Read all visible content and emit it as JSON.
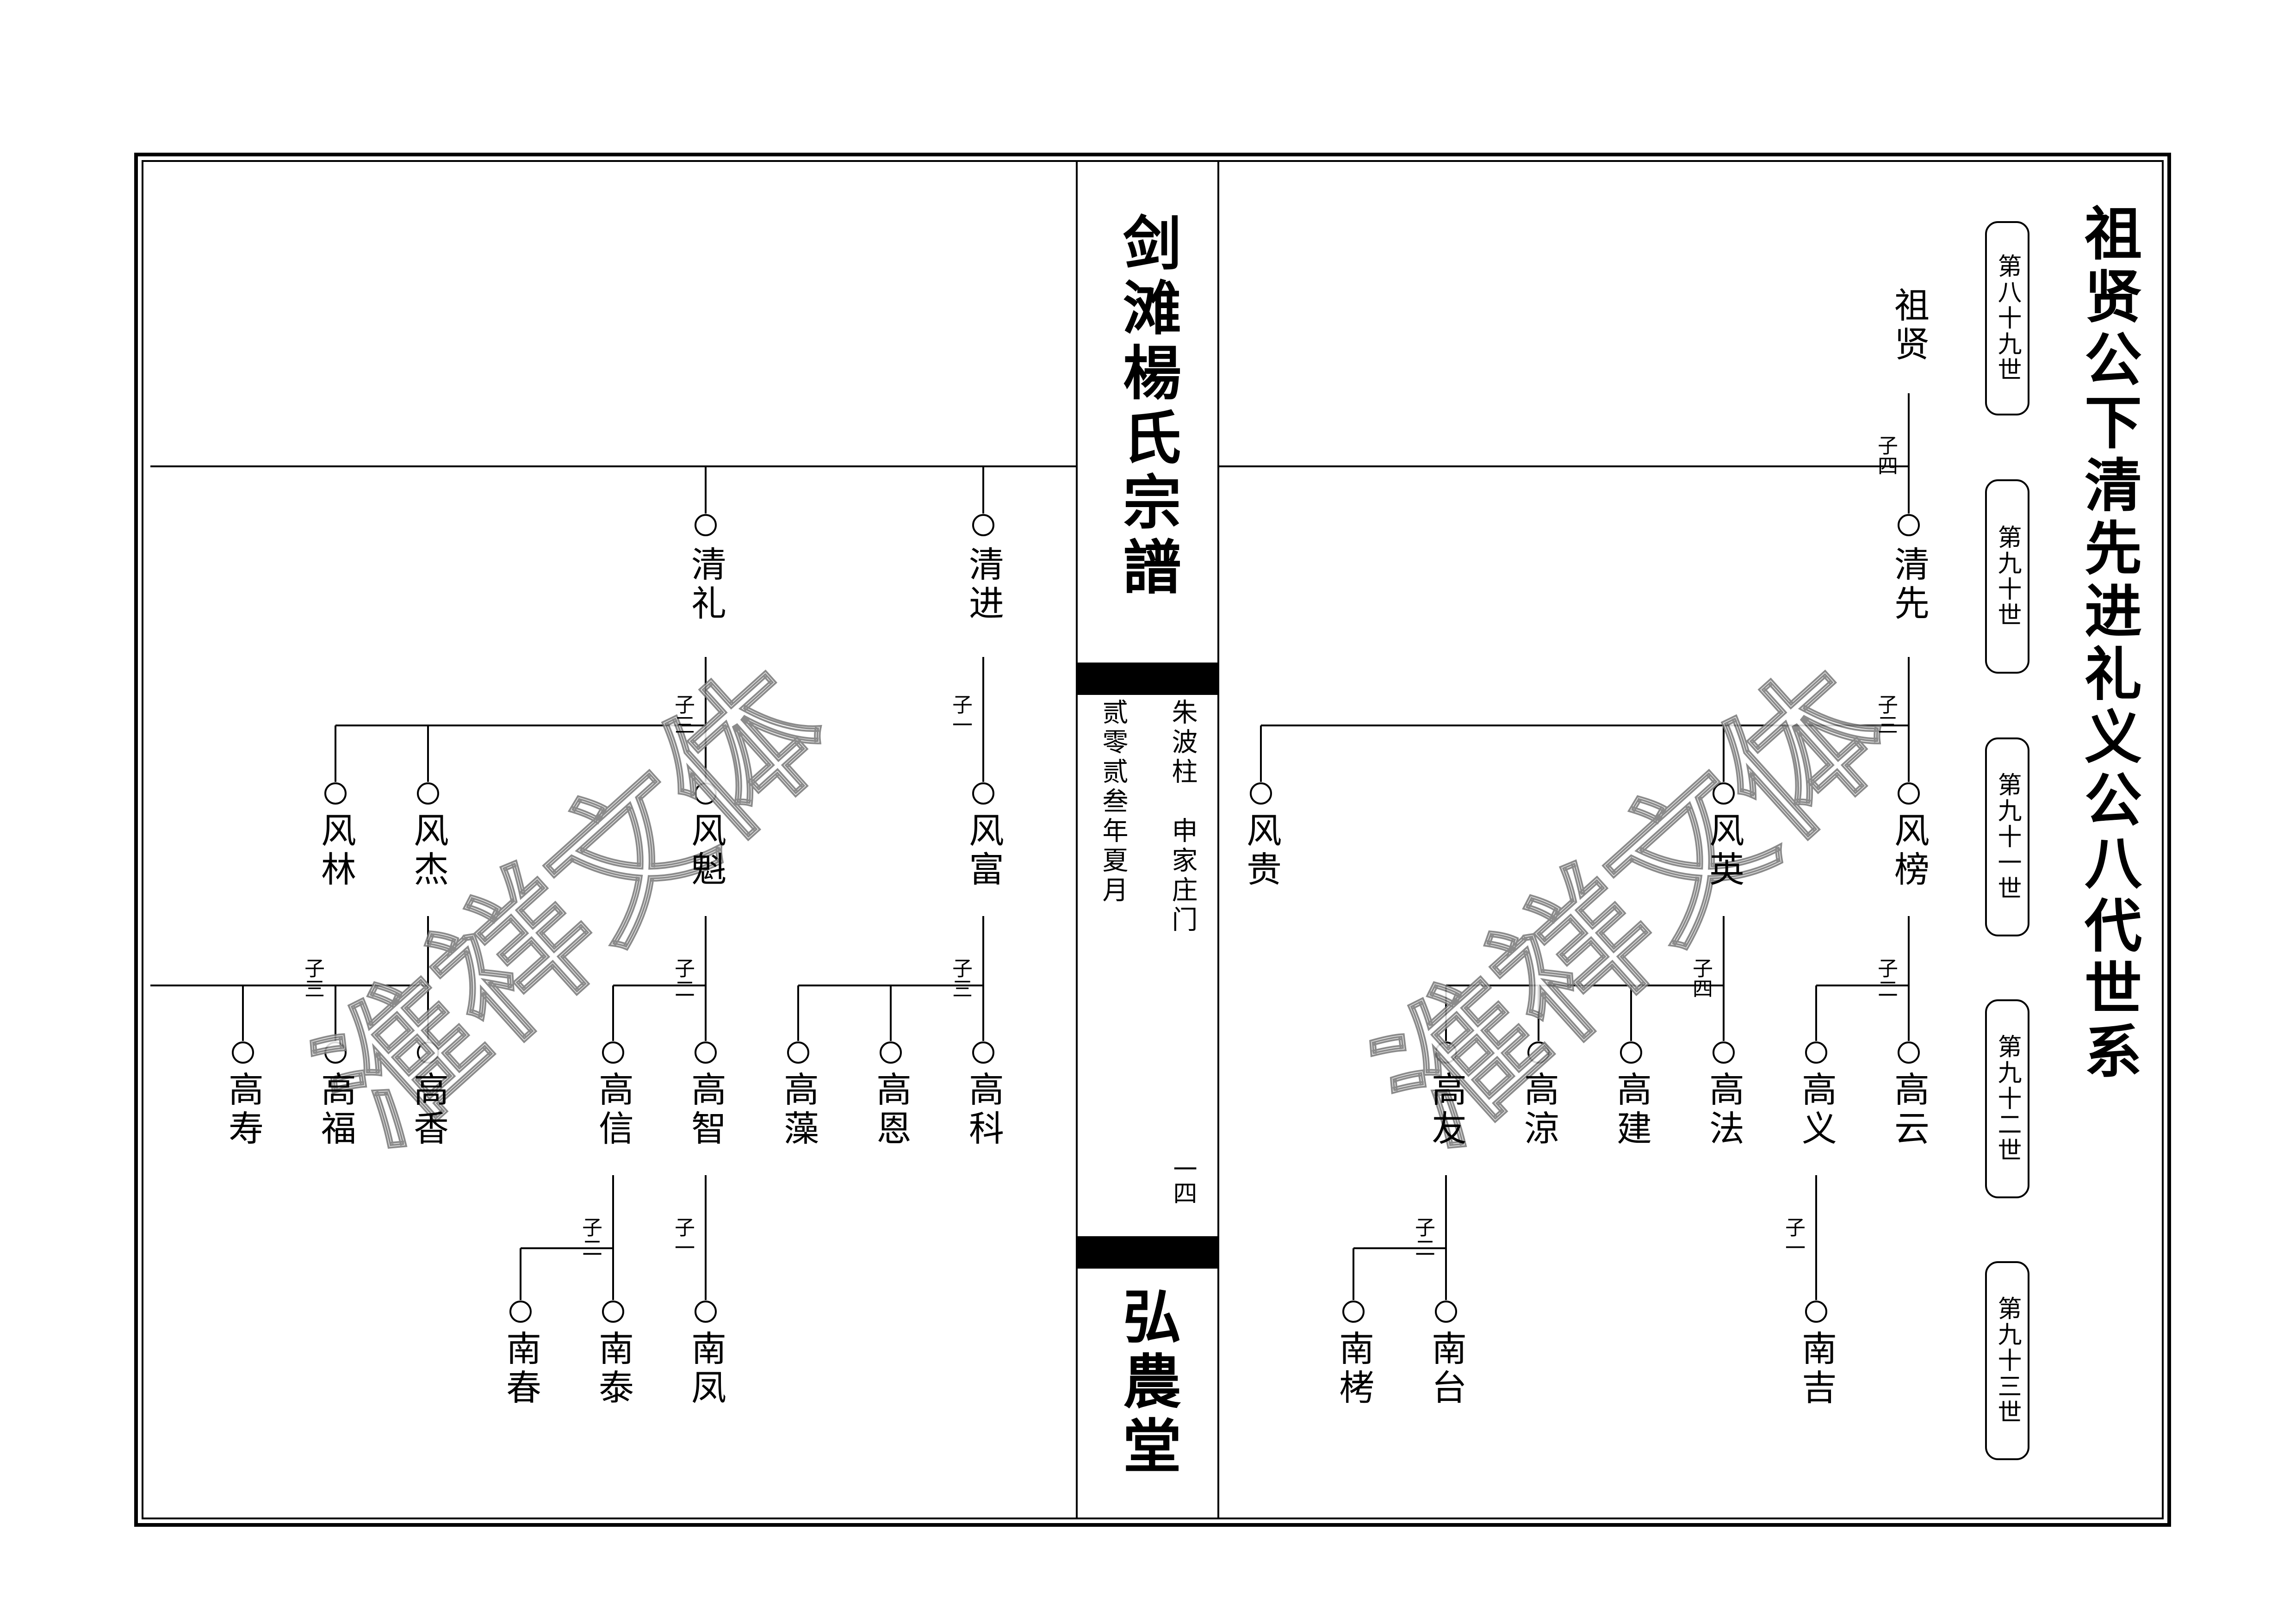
{
  "spine": {
    "title": "剑滩楊氏宗譜",
    "hall": "弘農堂",
    "compiler_line1": "朱波柱　申家庄门",
    "compiler_line2": "贰零贰叁年夏月",
    "page_number": "一四"
  },
  "page_title": "祖贤公下清先进礼义公八代世系",
  "generations": [
    "第八十九世",
    "第九十世",
    "第九十一世",
    "第九十二世",
    "第九十三世"
  ],
  "watermark": "淮祥文体",
  "people": {
    "zuxian": "祖贤",
    "qingxian": "清先",
    "qingjin": "清进",
    "qingli": "清礼",
    "fengbang": "风榜",
    "fengying": "风英",
    "fenggui": "风贵",
    "fengfu": "风富",
    "fengkui": "风魁",
    "fengjie": "风杰",
    "fenglin": "风林",
    "gaoyun": "高云",
    "gaoyi": "高义",
    "gaofa": "高法",
    "gaojian": "高建",
    "gaoliang": "高涼",
    "gaoyou": "高友",
    "gaoke": "高科",
    "gaoen": "高恩",
    "gaozao": "高藻",
    "gaozhi": "高智",
    "gaoxin": "高信",
    "gaoxiang": "高香",
    "gaofu": "高福",
    "gaoshou": "高寿",
    "nanji": "南吉",
    "nantai": "南台",
    "nanlao": "南栲",
    "nanfeng": "南凤",
    "nantai2": "南泰",
    "nanchun": "南春"
  },
  "child_counts": {
    "zuxian": "子四",
    "qingxian": "子三",
    "qingjin": "子一",
    "qingli": "子三",
    "fengbang": "子二",
    "fengying": "子四",
    "fengfu": "子三",
    "fengkui": "子二",
    "fengjie": "子三",
    "gaoyi": "子一",
    "gaoyou": "子二",
    "gaozhi": "子一",
    "gaoxin": "子二"
  }
}
